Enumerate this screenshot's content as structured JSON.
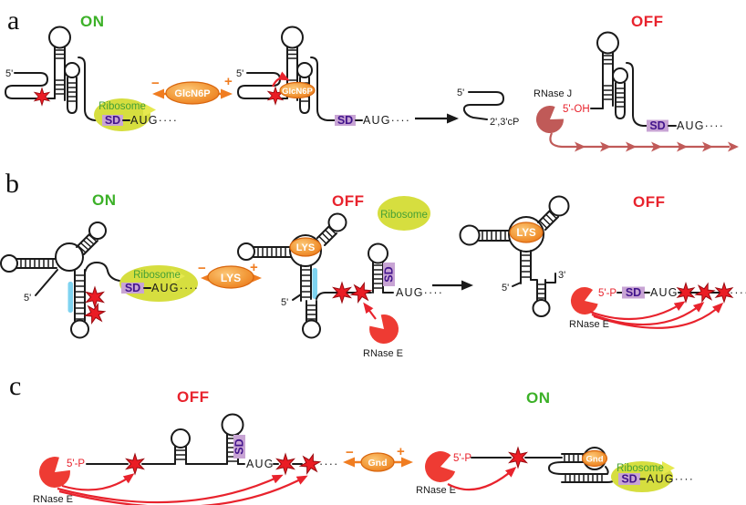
{
  "colors": {
    "on_green": "#3cb128",
    "off_red": "#e8232d",
    "star_red": "#ea1c24",
    "rnase_e_red": "#ee3b33",
    "rnase_j_brick": "#c05a58",
    "ligand_orange": "#ee7d22",
    "switch_orange": "#f07d21",
    "ribosome_yellow_green": "#d6de3f",
    "ribosome_text_green": "#44a035",
    "sd_lilac": "#c8a4d4",
    "sd_text_purple": "#42148c",
    "anti_sd_cyan": "#7ed3f0",
    "line_black": "#1a1a1a"
  },
  "panel_a": {
    "label": "a",
    "state_on": "ON",
    "state_off": "OFF",
    "on_structure": {
      "five_prime": "5'",
      "ribosome": "Ribosome",
      "sd": "SD",
      "aug": "AUG····"
    },
    "ligand_switch": {
      "minus": "−",
      "ligand": "GlcN6P",
      "plus": "+"
    },
    "bound_structure": {
      "five_prime": "5'",
      "ligand": "GlcN6P",
      "sd": "SD",
      "aug": "AUG····"
    },
    "cleaved_fragment": {
      "five_prime": "5'",
      "end_label": "2',3'cP"
    },
    "off_structure": {
      "enzyme": "RNase J",
      "five_end": "5'-OH",
      "sd": "SD",
      "aug": "AUG····"
    }
  },
  "panel_b": {
    "label": "b",
    "state_on": "ON",
    "state_off_mid": "OFF",
    "state_off_right": "OFF",
    "on_structure": {
      "five_prime": "5'",
      "ribosome": "Ribosome",
      "sd": "SD",
      "aug": "AUG····"
    },
    "ligand_switch": {
      "minus": "−",
      "ligand": "LYS",
      "plus": "+"
    },
    "bound_structure": {
      "free_ribosome": "Ribosome",
      "ligand": "LYS",
      "five_prime": "5'",
      "sd": "SD",
      "aug": "AUG····",
      "enzyme": "RNase E"
    },
    "off_structure": {
      "ligand": "LYS",
      "five_prime": "5'",
      "three_prime": "3'",
      "five_end": "5'-P",
      "sd": "SD",
      "aug": "AUG",
      "dots": "····",
      "enzyme": "RNase E"
    }
  },
  "panel_c": {
    "label": "c",
    "state_off": "OFF",
    "state_on": "ON",
    "off_structure": {
      "enzyme": "RNase E",
      "five_end": "5'-P",
      "sd": "SD",
      "aug": "AUG",
      "dots": "····"
    },
    "ligand_switch": {
      "minus": "−",
      "ligand": "Gnd",
      "plus": "+"
    },
    "on_structure": {
      "enzyme": "RNase E",
      "five_end": "5'-P",
      "ligand": "Gnd",
      "ribosome": "Ribosome",
      "sd": "SD",
      "aug": "AUG····"
    }
  }
}
